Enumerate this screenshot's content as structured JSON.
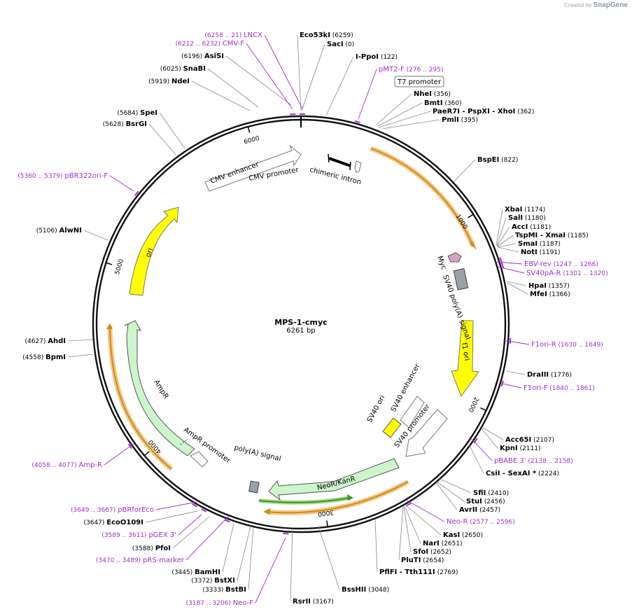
{
  "credit": {
    "prefix": "Created by",
    "brand": "SnapGene"
  },
  "plasmid": {
    "name": "MPS-1-cmyc",
    "length": "6261 bp"
  },
  "ticks": [
    "1000",
    "2000",
    "3000",
    "4000",
    "5000",
    "6000"
  ],
  "features": [
    {
      "label": "CMV enhancer"
    },
    {
      "label": "CMV promoter"
    },
    {
      "label": "chimeric intron"
    },
    {
      "label": "T7 promoter"
    },
    {
      "label": "Myc"
    },
    {
      "label": "SV40 poly(A) signal"
    },
    {
      "label": "f1 ori"
    },
    {
      "label": "SV40 ori"
    },
    {
      "label": "SV40 enhancer"
    },
    {
      "label": "SV40 promoter"
    },
    {
      "label": "NeoR/KanR"
    },
    {
      "label": "poly(A) signal"
    },
    {
      "label": "AmpR promoter"
    },
    {
      "label": "AmpR"
    },
    {
      "label": "ori"
    }
  ],
  "enzymes": [
    {
      "name": "Eco53kI",
      "pos": "(6259)"
    },
    {
      "name": "SacI",
      "pos": "(0)"
    },
    {
      "name": "I-PpoI",
      "pos": "(122)"
    },
    {
      "name": "NheI",
      "pos": "(356)"
    },
    {
      "name": "BmtI",
      "pos": "(360)"
    },
    {
      "name": "PaeR7I",
      "extra": "- PspXI   - XhoI",
      "pos": "(362)"
    },
    {
      "name": "PmlI",
      "pos": "(395)"
    },
    {
      "name": "BspEI",
      "pos": "(822)"
    },
    {
      "name": "XbaI",
      "pos": "(1174)"
    },
    {
      "name": "SalI",
      "pos": "(1180)"
    },
    {
      "name": "AccI",
      "pos": "(1181)"
    },
    {
      "name": "TspMI",
      "extra": "- XmaI",
      "pos": "(1185)"
    },
    {
      "name": "SmaI",
      "pos": "(1187)"
    },
    {
      "name": "NotI",
      "pos": "(1191)"
    },
    {
      "name": "HpaI",
      "pos": "(1357)"
    },
    {
      "name": "MfeI",
      "pos": "(1366)"
    },
    {
      "name": "DraIII",
      "pos": "(1776)"
    },
    {
      "name": "Acc65I",
      "pos": "(2107)"
    },
    {
      "name": "KpnI",
      "pos": "(2111)"
    },
    {
      "name": "CsiI",
      "extra": "- SexAI *",
      "pos": "(2224)"
    },
    {
      "name": "SfiI",
      "pos": "(2410)"
    },
    {
      "name": "StuI",
      "pos": "(2456)"
    },
    {
      "name": "AvrII",
      "pos": "(2457)"
    },
    {
      "name": "KasI",
      "pos": "(2650)"
    },
    {
      "name": "NarI",
      "pos": "(2651)"
    },
    {
      "name": "SfoI",
      "pos": "(2652)"
    },
    {
      "name": "PluTI",
      "pos": "(2654)"
    },
    {
      "name": "PflFI",
      "extra": "- Tth111I",
      "pos": "(2769)"
    },
    {
      "name": "BssHII",
      "pos": "(3048)"
    },
    {
      "name": "RsrII",
      "pos": "(3167)"
    },
    {
      "name": "BstBI",
      "pos": "(3333)"
    },
    {
      "name": "BstXI",
      "pos": "(3372)"
    },
    {
      "name": "BamHI",
      "pos": "(3445)"
    },
    {
      "name": "PfoI",
      "pos": "(3588)"
    },
    {
      "name": "EcoO109I",
      "pos": "(3647)"
    },
    {
      "name": "BpmI",
      "pos": "(4558)"
    },
    {
      "name": "AhdI",
      "pos": "(4627)"
    },
    {
      "name": "AlwNI",
      "pos": "(5106)"
    },
    {
      "name": "BsrGI",
      "pos": "(5628)"
    },
    {
      "name": "SpeI",
      "pos": "(5684)"
    },
    {
      "name": "NdeI",
      "pos": "(5919)"
    },
    {
      "name": "SnaBI",
      "pos": "(6025)"
    },
    {
      "name": "AsiSI",
      "pos": "(6196)"
    }
  ],
  "primers": [
    {
      "name": "LNCX",
      "range": "(6258 .. 21)"
    },
    {
      "name": "CMV-F",
      "range": "(6212 .. 6232)"
    },
    {
      "name": "pMT2-F",
      "range": "(276 .. 295)"
    },
    {
      "name": "EBV-rev",
      "range": "(1247 .. 1266)"
    },
    {
      "name": "SV40pA-R",
      "range": "(1301 .. 1320)"
    },
    {
      "name": "F1ori-R",
      "range": "(1630 .. 1649)"
    },
    {
      "name": "F1ori-F",
      "range": "(1840 .. 1861)"
    },
    {
      "name": "pBABE 3'",
      "range": "(2138 .. 2158)"
    },
    {
      "name": "Neo-R",
      "range": "(2577 .. 2596)"
    },
    {
      "name": "Neo-F",
      "range": "(3187 .. 3206)"
    },
    {
      "name": "pRS-marker",
      "range": "(3470 .. 3489)"
    },
    {
      "name": "pGEX 3'",
      "range": "(3589 .. 3611)"
    },
    {
      "name": "pBRforEco",
      "range": "(3649 .. 3667)"
    },
    {
      "name": "Amp-R",
      "range": "(4058 .. 4077)"
    },
    {
      "name": "pBR322ori-F",
      "range": "(5360 .. 5379)"
    }
  ],
  "colors": {
    "backbone": "#111111",
    "primer": "#a12ccf",
    "label_line": "#888888",
    "ori": "#ffff00",
    "amp": "#ccf5cc",
    "neo": "#ccf5cc",
    "orf_highlight": "#f2c27a",
    "orf_arrow": "#d08a12",
    "green_primer_arrow": "#3a9a1a",
    "myc": "#d6a3c8",
    "polyA": "#9aa0a8"
  }
}
